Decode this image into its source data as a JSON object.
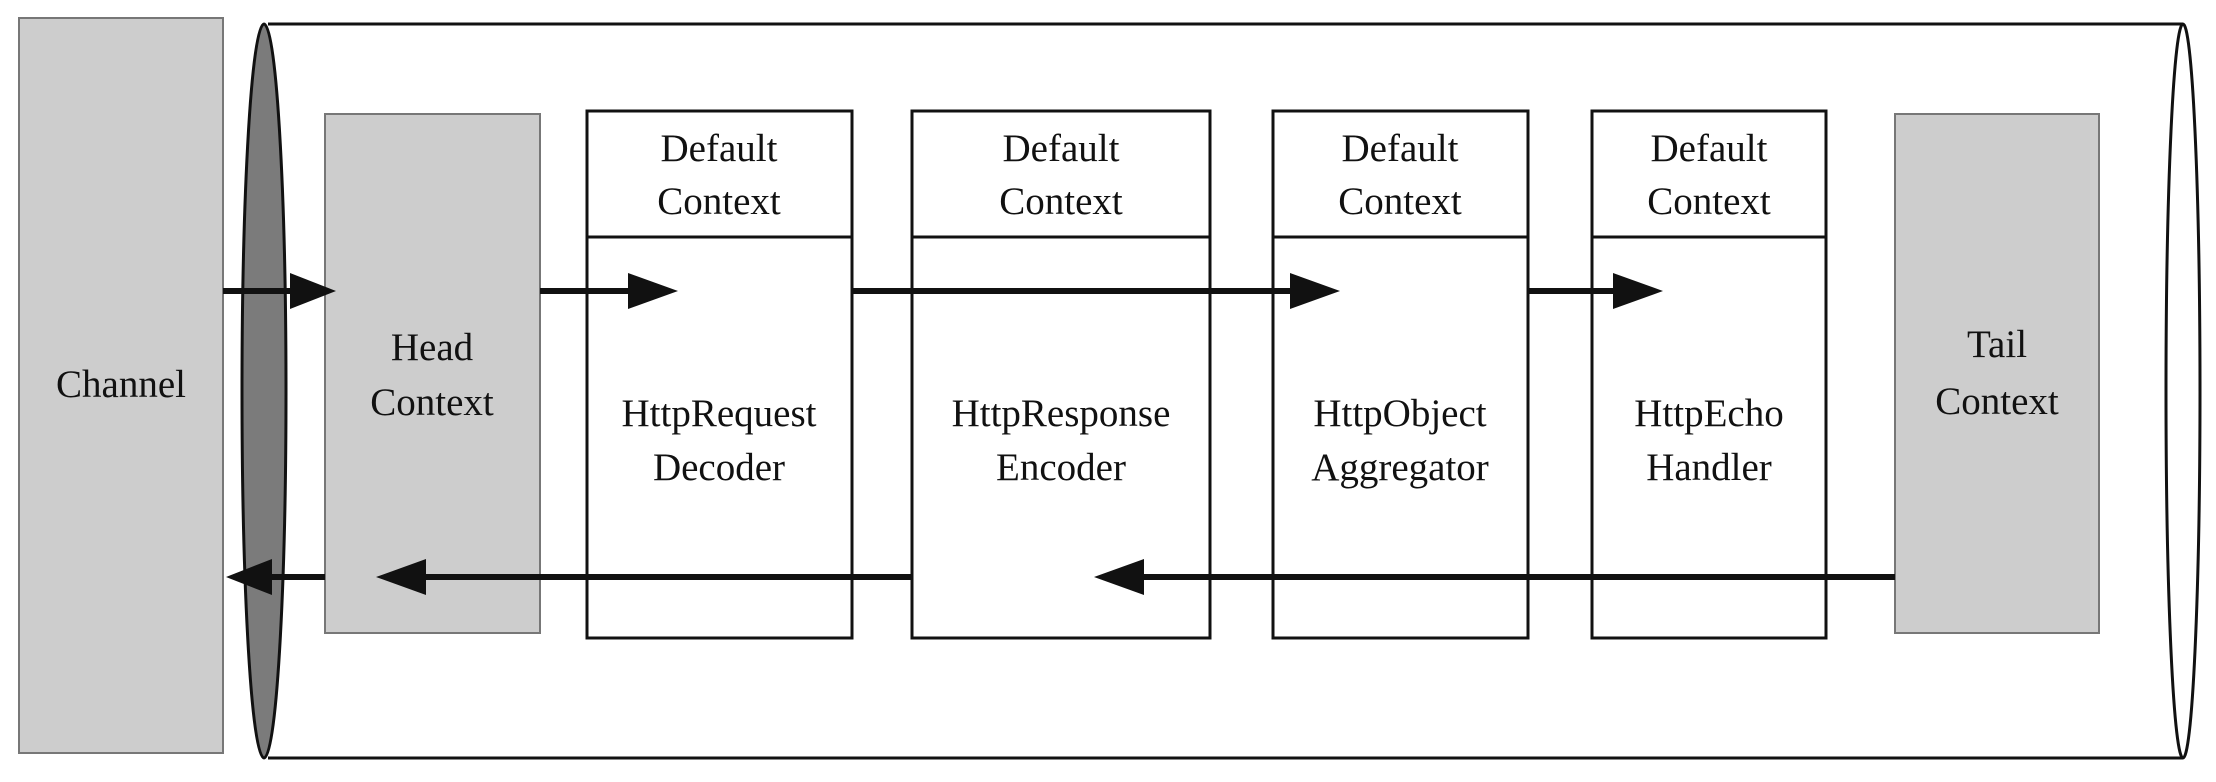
{
  "channel": {
    "label": "Channel"
  },
  "head_context": {
    "label_line1": "Head",
    "label_line2": "Context"
  },
  "tail_context": {
    "label_line1": "Tail",
    "label_line2": "Context"
  },
  "handlers": [
    {
      "context_line1": "Default",
      "context_line2": "Context",
      "name_line1": "HttpRequest",
      "name_line2": "Decoder"
    },
    {
      "context_line1": "Default",
      "context_line2": "Context",
      "name_line1": "HttpResponse",
      "name_line2": "Encoder"
    },
    {
      "context_line1": "Default",
      "context_line2": "Context",
      "name_line1": "HttpObject",
      "name_line2": "Aggregator"
    },
    {
      "context_line1": "Default",
      "context_line2": "Context",
      "name_line1": "HttpEcho",
      "name_line2": "Handler"
    }
  ],
  "colors": {
    "gray_box": "#cdcdcd",
    "pipe_end_dark": "#7b7b7b",
    "stroke": "#111111"
  }
}
